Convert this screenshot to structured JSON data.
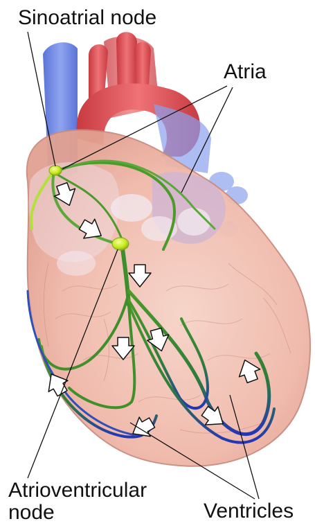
{
  "labels": {
    "sinoatrial_node": "Sinoatrial node",
    "atria": "Atria",
    "atrioventricular_node_line1": "Atrioventricular",
    "atrioventricular_node_line2": "node",
    "ventricles": "Ventricles"
  },
  "colors": {
    "heart_muscle": "#f3c2b6",
    "heart_edge": "#c98c80",
    "aorta": "#e2555a",
    "vena_cava": "#5a78e0",
    "atrium": "#d8c3d8",
    "conduction_green": "#3f8f2a",
    "conduction_blue": "#2a3fb0",
    "node_yellow": "#c9ef2a",
    "arrow_fill": "#ffffff",
    "label_text": "#111111"
  }
}
